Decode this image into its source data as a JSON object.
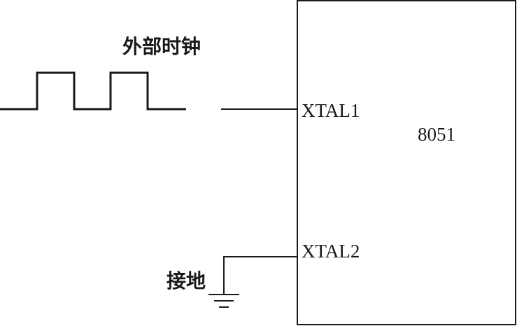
{
  "clock_label": "外部时钟",
  "ground_label": "接地",
  "chip": {
    "name": "8051",
    "pin1": "XTAL1",
    "pin2": "XTAL2"
  },
  "colors": {
    "stroke": "#1a1a1a",
    "background": "#ffffff"
  }
}
